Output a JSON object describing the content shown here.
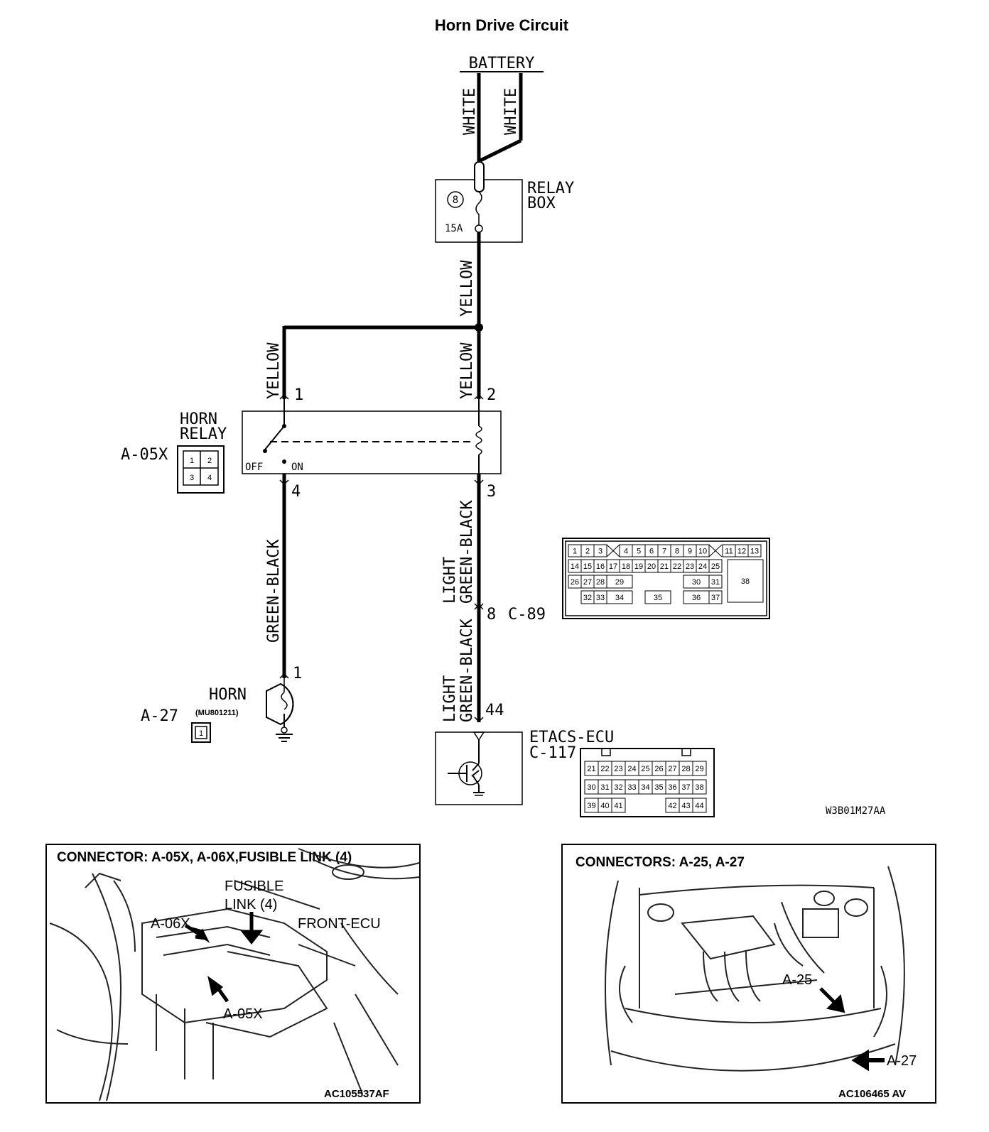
{
  "title": "Horn Drive Circuit",
  "battery_label": "BATTERY",
  "battery_wires": [
    "WHITE",
    "WHITE"
  ],
  "relay_box": {
    "label_line1": "RELAY",
    "label_line2": "BOX",
    "fuse_number": "8",
    "fuse_rating": "15A"
  },
  "wires": {
    "yellow_main": "YELLOW",
    "yellow_left": "YELLOW",
    "yellow_right": "YELLOW",
    "green_black": "GREEN-BLACK",
    "lgb_upper_line1": "LIGHT",
    "lgb_upper_line2": "GREEN-BLACK",
    "lgb_lower_line1": "LIGHT",
    "lgb_lower_line2": "GREEN-BLACK"
  },
  "horn_relay": {
    "label_line1": "HORN",
    "label_line2": "RELAY",
    "connector": "A-05X",
    "off_label": "OFF",
    "on_label": "ON",
    "pins": [
      "1",
      "2",
      "3",
      "4"
    ],
    "connector_pins": [
      "1",
      "2",
      "3",
      "4"
    ]
  },
  "c89": {
    "pin": "8",
    "connector": "C-89",
    "row1": [
      "1",
      "2",
      "3",
      "4",
      "5",
      "6",
      "7",
      "8",
      "9",
      "10",
      "11",
      "12",
      "13"
    ],
    "row2": [
      "14",
      "15",
      "16",
      "17",
      "18",
      "19",
      "20",
      "21",
      "22",
      "23",
      "24",
      "25"
    ],
    "row3": [
      "26",
      "27",
      "28",
      "29",
      "30",
      "31",
      "38"
    ],
    "row4": [
      "32",
      "33",
      "34",
      "35",
      "36",
      "37"
    ]
  },
  "horn": {
    "label": "HORN",
    "pin": "1",
    "connector": "A-27",
    "part_number": "(MU801211)",
    "connector_pin": "1"
  },
  "etacs": {
    "pin": "44",
    "label": "ETACS-ECU",
    "connector": "C-117",
    "row1": [
      "21",
      "22",
      "23",
      "24",
      "25",
      "26",
      "27",
      "28",
      "29"
    ],
    "row2": [
      "30",
      "31",
      "32",
      "33",
      "34",
      "35",
      "36",
      "37",
      "38"
    ],
    "row3": [
      "39",
      "40",
      "41",
      "42",
      "43",
      "44"
    ]
  },
  "diagram_code": "W3B01M27AA",
  "left_panel": {
    "title": "CONNECTOR: A-05X, A-06X,FUSIBLE LINK (4)",
    "fusible_line1": "FUSIBLE",
    "fusible_line2": "LINK (4)",
    "a06x": "A-06X",
    "front_ecu": "FRONT-ECU",
    "a05x": "A-05X",
    "code": "AC105537AF"
  },
  "right_panel": {
    "title": "CONNECTORS: A-25, A-27",
    "a25": "A-25",
    "a27": "A-27",
    "code": "AC106465 AV"
  }
}
